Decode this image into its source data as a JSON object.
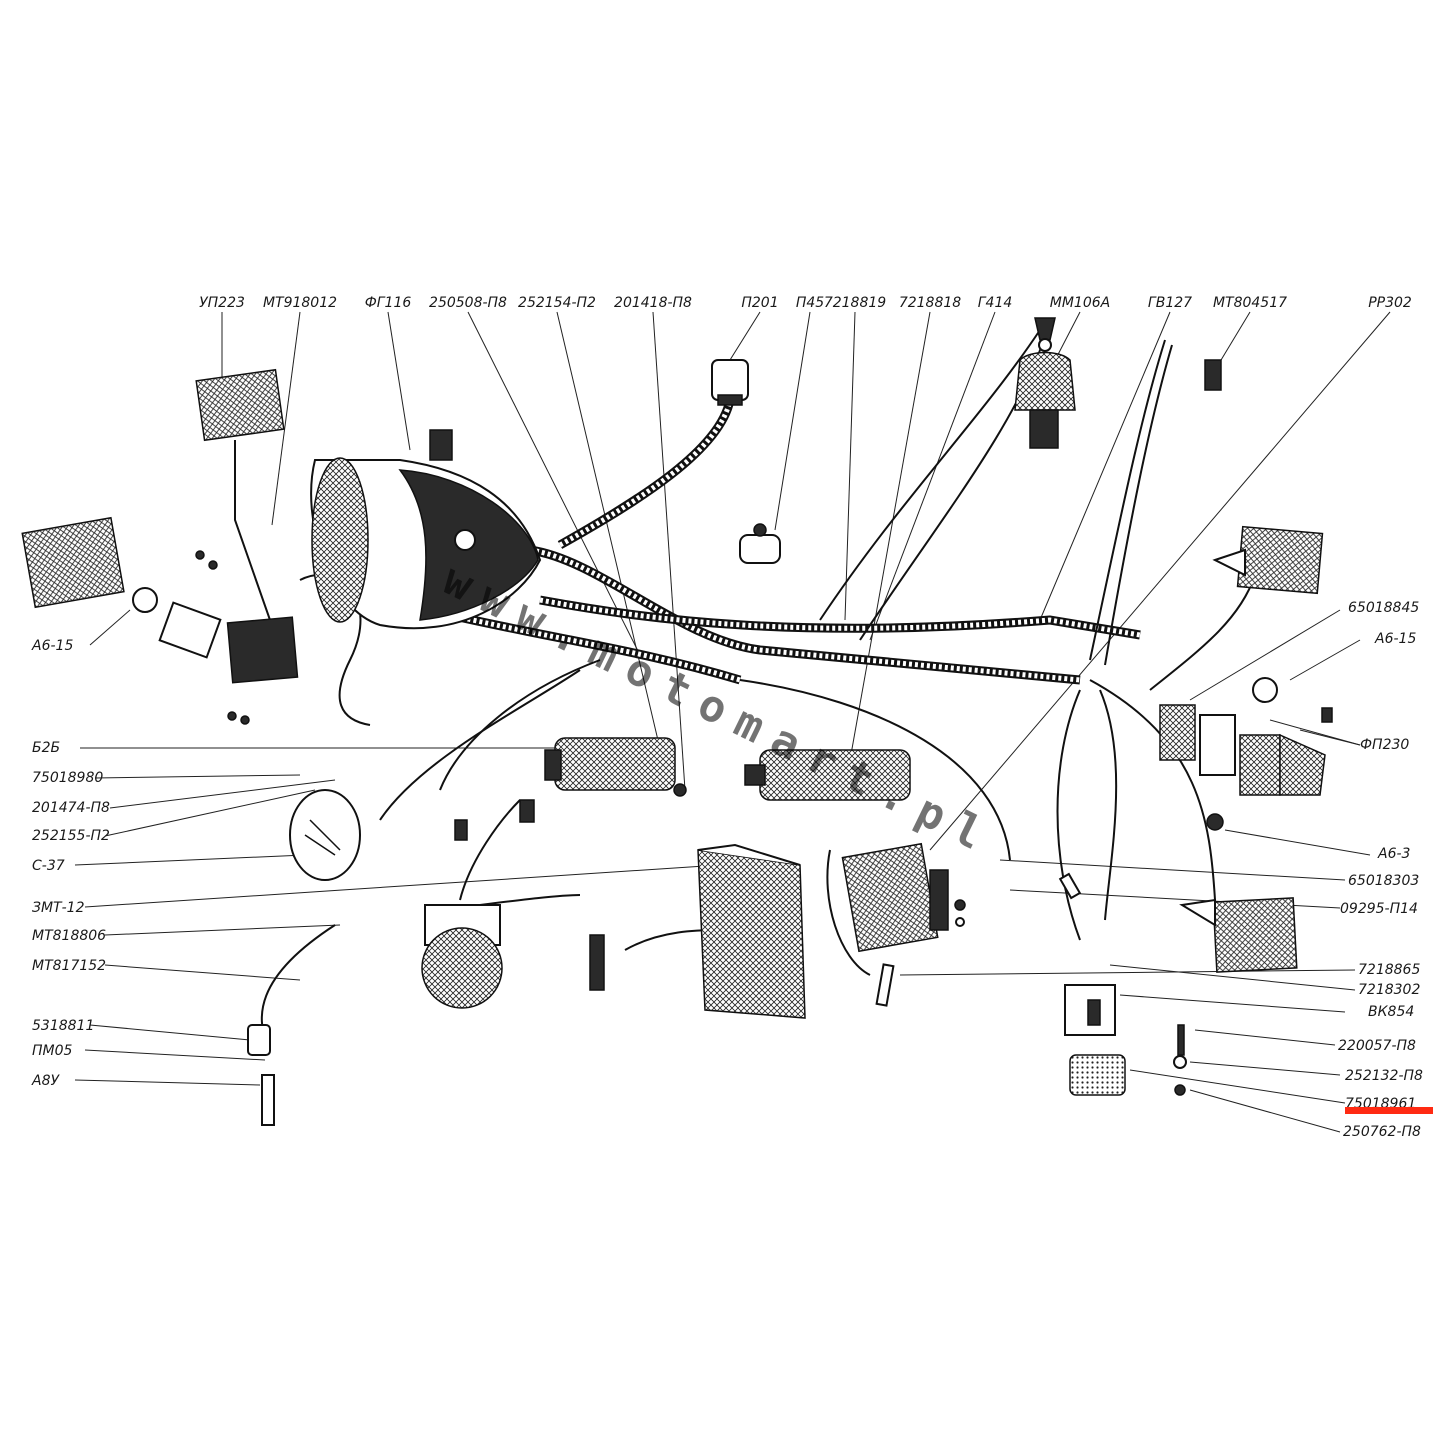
{
  "labels_top": [
    "УП223",
    "МТ918012",
    "ФГ116",
    "250508-П8",
    "252154-П2",
    "201418-П8",
    "П201",
    "П45",
    "7218819",
    "7218818",
    "Г414",
    "ММ106А",
    "ГВ127",
    "МТ804517",
    "РР302"
  ],
  "labels_left": [
    "А6-15",
    "Б2Б",
    "75018980",
    "201474-П8",
    "252155-П2",
    "С-37",
    "ЗМТ-12",
    "МТ818806",
    "МТ817152",
    "5318811",
    "ПМ05",
    "А8У"
  ],
  "labels_right": [
    "65018845",
    "А6-15",
    "ФП230",
    "А6-3",
    "65018303",
    "09295-П14",
    "7218865",
    "7218302",
    "ВК854",
    "220057-П8",
    "252132-П8",
    "75018961",
    "250762-П8"
  ],
  "watermark": "www.motomart.pl",
  "colors": {
    "highlight": "#ff2a12",
    "ink": "#111111"
  }
}
